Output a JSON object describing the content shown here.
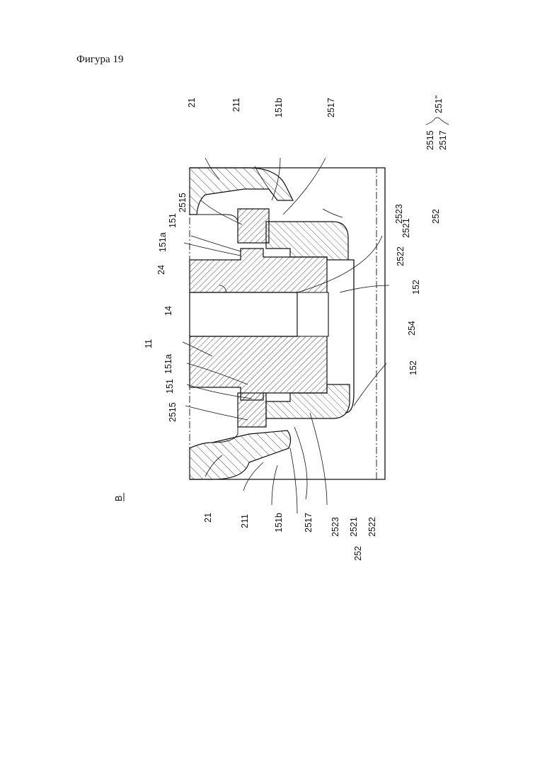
{
  "page": {
    "caption": "Фигура 19"
  },
  "figure": {
    "view_label": "B",
    "labels": {
      "21_top": "21",
      "211_top": "211",
      "151b_top": "151b",
      "2517_top": "2517",
      "2515_top": "2515",
      "151_top": "151",
      "151a_top": "151a",
      "24": "24",
      "14": "14",
      "11": "11",
      "151a_bottom": "151a",
      "151_bottom": "151",
      "2515_bottom": "2515",
      "21_bottom": "21",
      "211_bottom": "211",
      "151b_bottom": "151b",
      "2517_bottom": "2517",
      "2523_bottom": "2523",
      "2521_bottom": "2521",
      "2522_bottom": "2522",
      "252_bottom": "252",
      "2523_top": "2523",
      "2521_top": "2521",
      "2522_top": "2522",
      "252_top": "252",
      "152_top": "152",
      "152_bottom": "152",
      "254": "254"
    },
    "group_legend": {
      "items": [
        "2515",
        "2517"
      ],
      "result": "251\""
    }
  }
}
